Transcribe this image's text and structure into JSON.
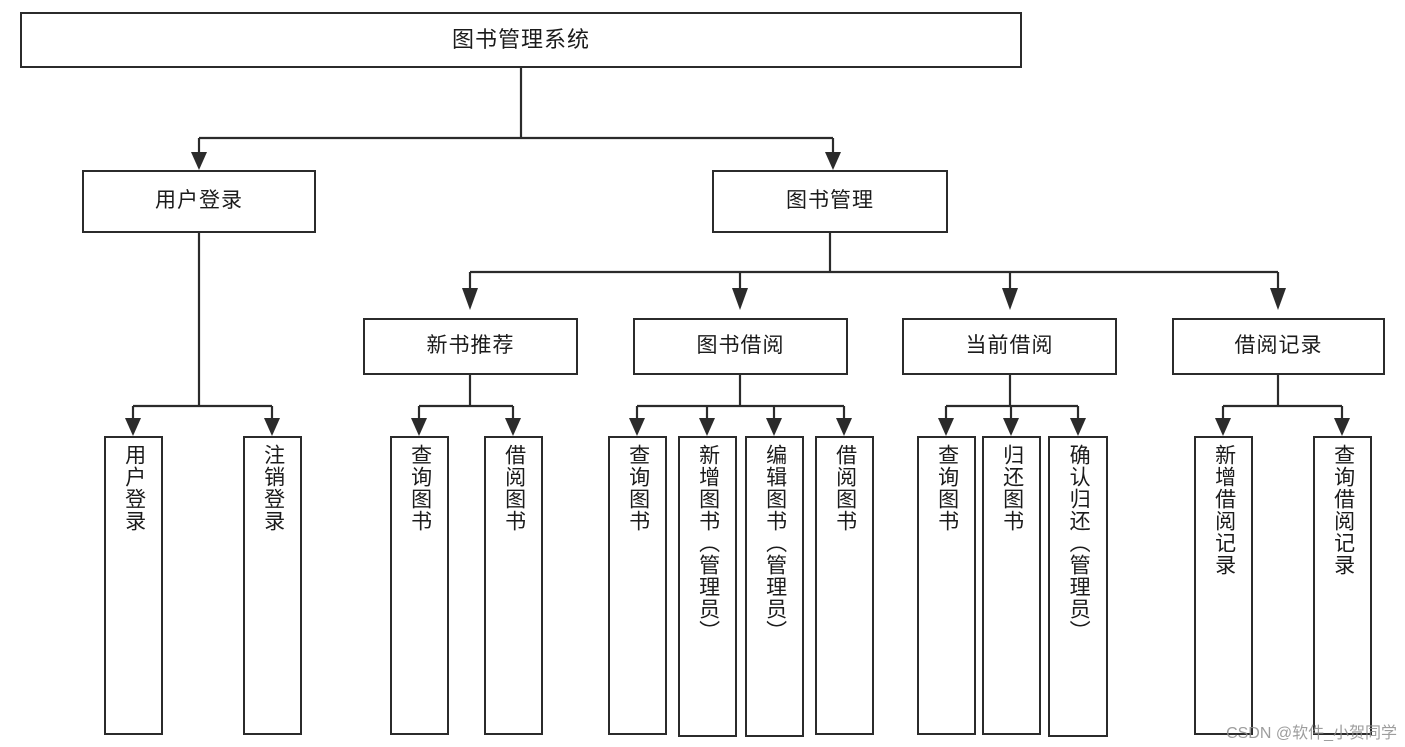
{
  "diagram": {
    "title": "图书管理系统",
    "type": "tree-hierarchy-diagram",
    "colors": {
      "stroke": "#2b2b2b",
      "fill": "#ffffff",
      "text": "#1b1b1b",
      "watermark": "#8d8d8d"
    },
    "levels": {
      "root": "图书管理系统",
      "level1": [
        "用户登录",
        "图书管理"
      ],
      "level2": [
        "新书推荐",
        "图书借阅",
        "当前借阅",
        "借阅记录"
      ]
    }
  },
  "nodes": {
    "root": {
      "label": "图书管理系统"
    },
    "user_login": {
      "label": "用户登录"
    },
    "book_manage": {
      "label": "图书管理"
    },
    "new_book_rec": {
      "label": "新书推荐"
    },
    "book_borrow": {
      "label": "图书借阅"
    },
    "current_borrow": {
      "label": "当前借阅"
    },
    "borrow_record": {
      "label": "借阅记录"
    },
    "leaf_user_login": {
      "label": "用户登录"
    },
    "leaf_logout": {
      "label": "注销登录"
    },
    "leaf_query_book_1": {
      "label": "查询图书"
    },
    "leaf_borrow_book_1": {
      "label": "借阅图书"
    },
    "leaf_query_book_2": {
      "label": "查询图书"
    },
    "leaf_add_book_admin": {
      "label": "新增图书（管理员）"
    },
    "leaf_edit_book_admin": {
      "label": "编辑图书（管理员）"
    },
    "leaf_borrow_book_2": {
      "label": "借阅图书"
    },
    "leaf_query_book_3": {
      "label": "查询图书"
    },
    "leaf_return_book": {
      "label": "归还图书"
    },
    "leaf_confirm_return_admin": {
      "label": "确认归还（管理员）"
    },
    "leaf_add_borrow_record": {
      "label": "新增借阅记录"
    },
    "leaf_query_borrow_record": {
      "label": "查询借阅记录"
    }
  },
  "watermark": {
    "text": "CSDN @软件_小贺同学"
  }
}
